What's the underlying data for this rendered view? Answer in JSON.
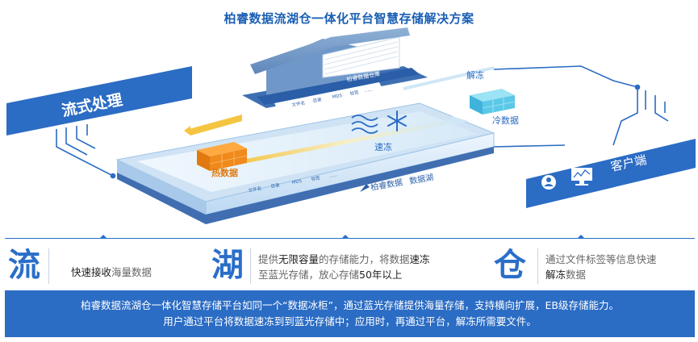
{
  "title": "柏睿数据流湖仓一体化平台智慧存储解决方案",
  "labels": {
    "stream": "流式处理",
    "client": "客户端",
    "warehouse": "柏睿数据仓库",
    "lake_brand": "柏睿数据",
    "lake_name": "数据湖",
    "hot": "热数据",
    "cold": "冷数据",
    "freeze": "速冻",
    "thaw": "解冻",
    "dots": "......"
  },
  "warehouse_tags": [
    "文件名",
    "目录",
    "MD5",
    "标签"
  ],
  "lake_tags": [
    "文件名",
    "目录",
    "MD5",
    "标签"
  ],
  "panels": {
    "liu": {
      "char": "流",
      "t1": "快速接收",
      "t2": "海量数据"
    },
    "hu": {
      "char": "湖",
      "l1a": "提供",
      "l1b": "无限容量",
      "l1c": "的存储能力，将数据",
      "l1d": "速冻",
      "l2a": "至蓝光存储，放心存储",
      "l2b": "50年以上"
    },
    "cang": {
      "char": "仓",
      "l1": "通过文件标签等信息快速",
      "l2a": "解冻",
      "l2b": "数据"
    }
  },
  "banner": {
    "line1": "柏睿数据流湖仓一体化智慧存储平台如同一个“数据冰柜”，通过蓝光存储提供海量存储，支持横向扩展，EB级存储能力。",
    "line2": "用户通过平台将数据速冻到到蓝光存储中；应用时，再通过平台，解冻所需要文件。"
  },
  "colors": {
    "primary": "#2b6cc4",
    "accent_orange": "#f08a1c",
    "hot_text": "#e07a10",
    "ice": "#5cc8e8"
  }
}
